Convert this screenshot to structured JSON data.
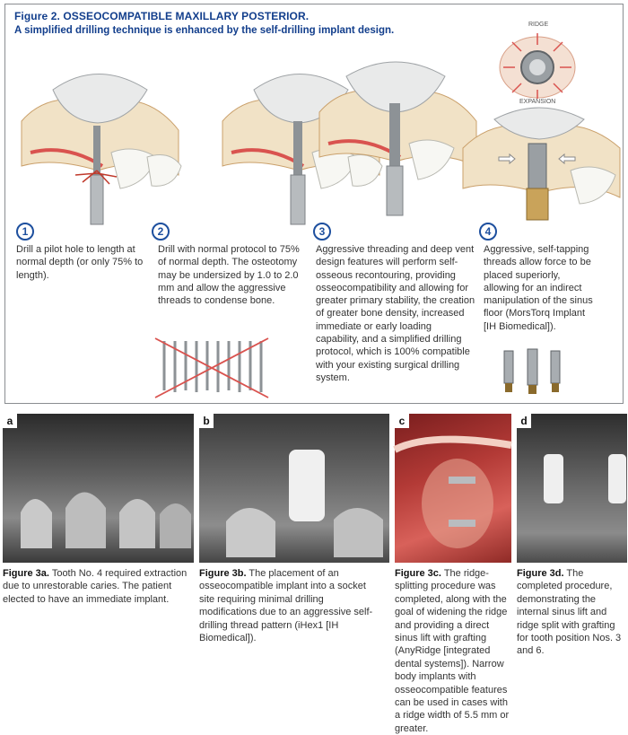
{
  "figure2": {
    "title": "Figure 2. OSSEOCOMPATIBLE MAXILLARY POSTERIOR.",
    "subtitle": "A simplified drilling technique is enhanced by the self-drilling implant design.",
    "diagram_labels": {
      "ridge": "RIDGE",
      "expansion": "EXPANSION"
    },
    "steps": [
      {
        "number": "1",
        "text": "Drill a pilot hole to length at normal depth (or only 75% to length)."
      },
      {
        "number": "2",
        "text": "Drill with normal protocol to 75% of normal depth. The osteotomy may be undersized by 1.0 to 2.0 mm and allow the aggressive threads to condense bone."
      },
      {
        "number": "3",
        "text": "Aggressive threading and deep vent design features will perform self-osseous recontouring, providing osseocompatibility and allowing for greater primary stability, the creation of greater bone density, increased immediate or early loading capability, and a simplified drilling protocol, which is 100% compatible with your existing surgical drilling system."
      },
      {
        "number": "4",
        "text": "Aggressive, self-tapping threads allow force to be placed superiorly, allowing for an indirect manipulation of the sinus floor (MorsTorq Implant [IH Biomedical])."
      }
    ]
  },
  "figure3": [
    {
      "letter": "a",
      "label": "Figure 3a.",
      "caption": " Tooth No. 4 required extraction due to unrestorable caries. The patient elected to have an immediate implant."
    },
    {
      "letter": "b",
      "label": "Figure 3b.",
      "caption": " The placement of an osseocompatible implant into a socket site requiring minimal drilling modifications due to an aggressive self-drilling thread pattern (iHex1 [IH Biomedical])."
    },
    {
      "letter": "c",
      "label": "Figure 3c.",
      "caption": " The ridge-splitting procedure was completed, along with the goal of widening the ridge and providing a direct sinus lift with grafting (AnyRidge [integrated dental systems]). Narrow body implants with osseocompatible features can be used in cases with a ridge width of 5.5 mm or greater."
    },
    {
      "letter": "d",
      "label": "Figure 3d.",
      "caption": " The completed procedure, demonstrating the internal sinus lift and ridge split with grafting for tooth position Nos. 3 and 6."
    }
  ],
  "colors": {
    "title_blue": "#123e8c",
    "circle_blue": "#1d4f9e"
  }
}
